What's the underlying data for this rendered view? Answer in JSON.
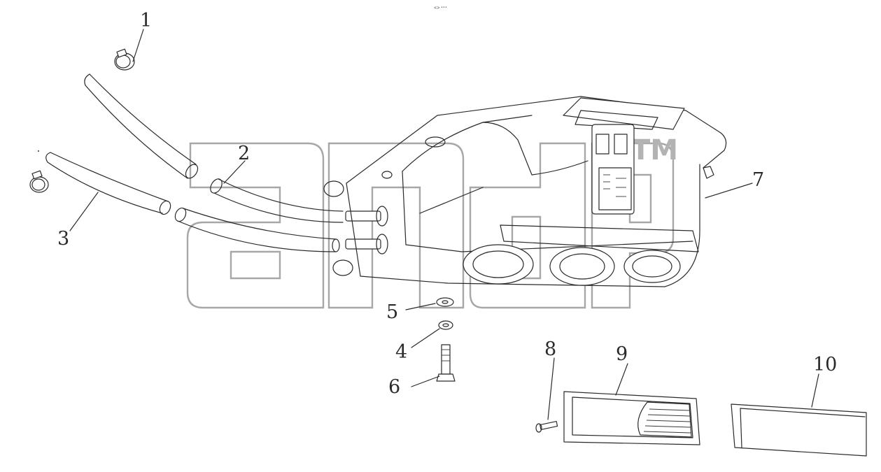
{
  "top_marker": "⩽⩾ •••",
  "watermark": {
    "text": "apd",
    "trademark": "TM",
    "color": "#a7a7a7"
  },
  "callouts": [
    {
      "id": "1",
      "label": "1"
    },
    {
      "id": "2",
      "label": "2"
    },
    {
      "id": "3",
      "label": "3"
    },
    {
      "id": "4",
      "label": "4"
    },
    {
      "id": "5",
      "label": "5"
    },
    {
      "id": "6",
      "label": "6"
    },
    {
      "id": "7",
      "label": "7"
    },
    {
      "id": "8",
      "label": "8"
    },
    {
      "id": "9",
      "label": "9"
    },
    {
      "id": "10",
      "label": "10"
    }
  ]
}
